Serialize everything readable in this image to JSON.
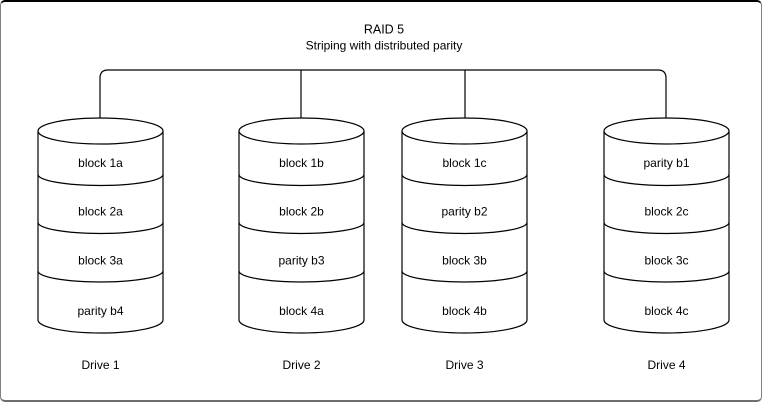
{
  "header": {
    "title": "RAID 5",
    "subtitle": "Striping with distributed parity"
  },
  "drives": [
    {
      "name": "Drive 1",
      "slots": [
        "block 1a",
        "block 2a",
        "block 3a",
        "parity b4"
      ]
    },
    {
      "name": "Drive 2",
      "slots": [
        "block 1b",
        "block 2b",
        "parity b3",
        "block 4a"
      ]
    },
    {
      "name": "Drive 3",
      "slots": [
        "block 1c",
        "parity b2",
        "block 3b",
        "block 4b"
      ]
    },
    {
      "name": "Drive 4",
      "slots": [
        "parity b1",
        "block 2c",
        "block 3c",
        "block 4c"
      ]
    }
  ],
  "colors": {
    "line": "#000000",
    "text": "#000000",
    "background": "#ffffff",
    "frame_top": "#000000",
    "frame_side": "#808080"
  }
}
